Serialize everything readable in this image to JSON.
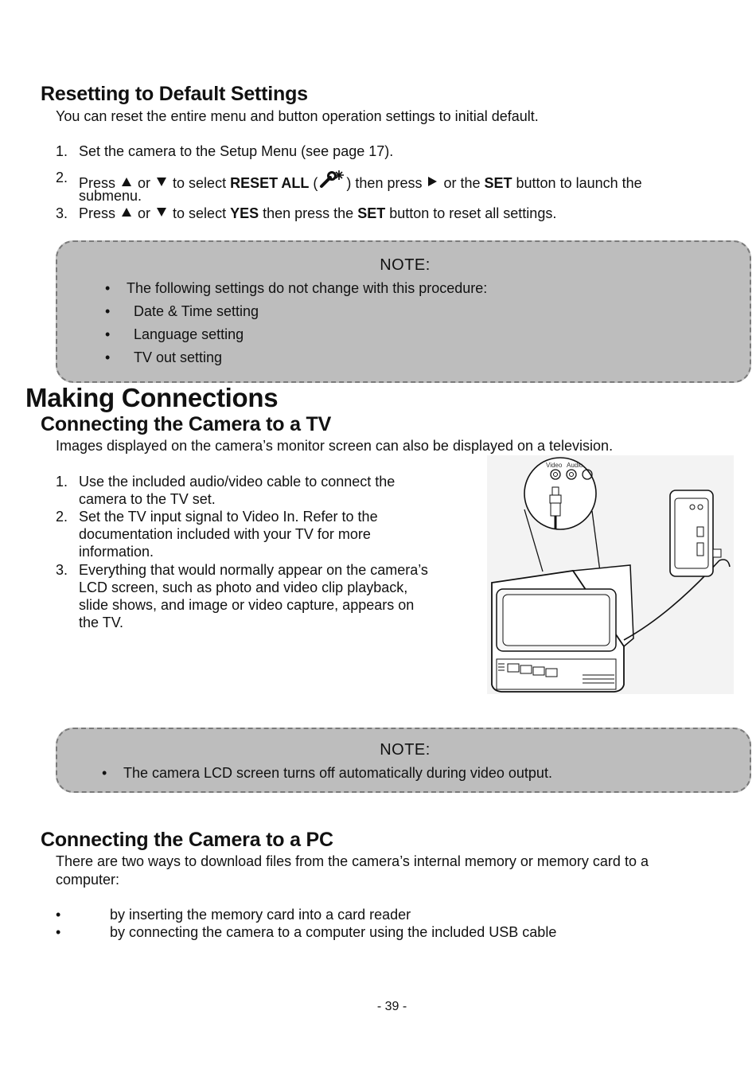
{
  "reset": {
    "heading": "Resetting to Default Settings",
    "intro": "You can reset the entire menu and button operation settings to initial default.",
    "steps": [
      {
        "num": "1.",
        "text": "Set the camera to the Setup Menu (see page 17)."
      },
      {
        "num": "2.",
        "p1": "Press ",
        "or": " or ",
        "p2": " to select ",
        "bold1": "RESET ALL",
        "p3": " (",
        "p4": ") then press ",
        "p5": " or the ",
        "bold2": "SET",
        "p6": " button to launch the",
        "cont": "submenu."
      },
      {
        "num": "3.",
        "p1": "Press ",
        "or": " or ",
        "p2": " to select ",
        "bold1": "YES",
        "p3": " then press the ",
        "bold2": "SET",
        "p4": " button to reset all settings."
      }
    ],
    "note": {
      "title": "NOTE:",
      "items": [
        "The following settings do not change with this procedure:",
        "Date & Time setting",
        "Language setting",
        "TV out setting"
      ]
    }
  },
  "connections": {
    "heading": "Making Connections",
    "tv": {
      "heading": "Connecting the Camera to a TV",
      "intro": "Images displayed on the camera’s monitor screen can also be displayed on a television.",
      "steps": [
        {
          "num": "1.",
          "lines": [
            "Use the included audio/video cable to connect the",
            "camera to the TV set."
          ]
        },
        {
          "num": "2.",
          "lines": [
            "Set the TV input signal to Video In.  Refer to the",
            "documentation included with your TV for more",
            "information."
          ]
        },
        {
          "num": "3.",
          "lines": [
            "Everything that would normally appear on the camera’s",
            "LCD screen, such as photo and video clip playback,",
            "slide shows, and image or video capture, appears on",
            "the TV."
          ]
        }
      ],
      "figure": {
        "label_video": "Video",
        "label_audio": "Audio"
      },
      "note": {
        "title": "NOTE:",
        "items": [
          "The camera LCD screen turns off automatically during video output."
        ]
      }
    },
    "pc": {
      "heading": "Connecting the Camera to a PC",
      "intro_lines": [
        "There are two ways to download files from the camera’s internal memory or memory card to a",
        "computer:"
      ],
      "bullets": [
        "by inserting the memory card into a card reader",
        "by connecting the camera to a computer using the included USB cable"
      ]
    }
  },
  "footer": {
    "page": "- 39 -"
  },
  "icons": {
    "up": "up-arrow-icon",
    "down": "down-arrow-icon",
    "right": "right-arrow-icon",
    "reset": "reset-all-tools-icon"
  }
}
